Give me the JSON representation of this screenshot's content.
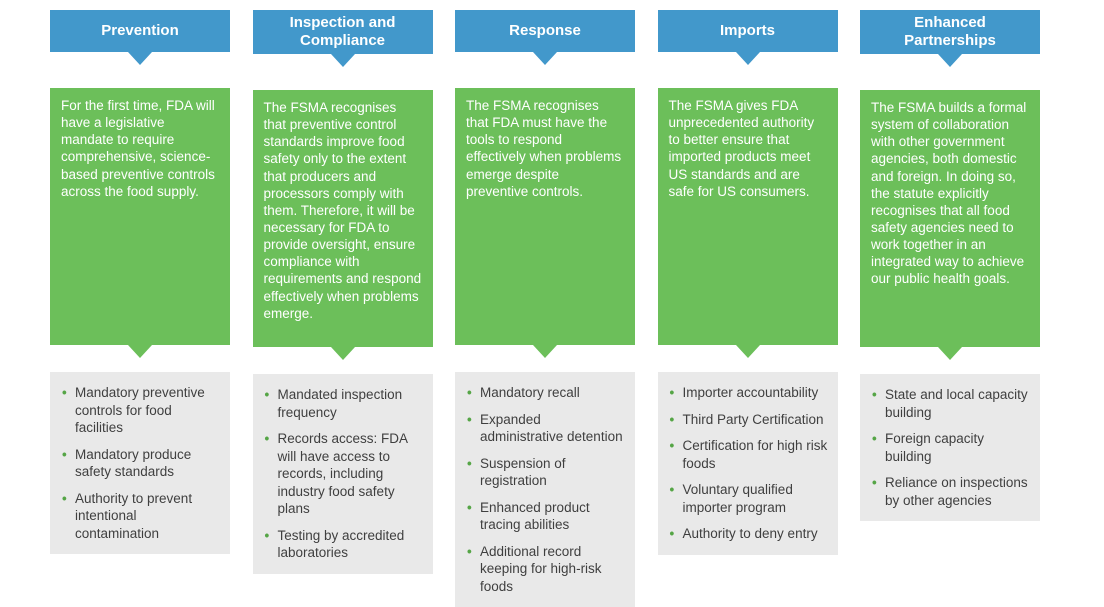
{
  "colors": {
    "header_blue": "#4298cb",
    "body_green": "#6cbf5a",
    "list_gray": "#e9e9e9",
    "bullet_green": "#55a546",
    "text_dark": "#3f3f3f",
    "text_light": "#ffffff"
  },
  "columns": [
    {
      "header": "Prevention",
      "body": "For the first time, FDA will have a legislative mandate to require comprehensive, science-based preventive controls across the food supply.",
      "bullets": [
        "Mandatory preventive controls for food facilities",
        "Mandatory produce safety standards",
        "Authority to prevent intentional contamination"
      ]
    },
    {
      "header": "Inspection and Compliance",
      "body": "The FSMA recognises that preventive control standards improve food safety only to the extent that producers and processors comply with them. Therefore, it will be necessary for FDA to provide oversight, ensure compliance with requirements and respond effectively when problems emerge.",
      "bullets": [
        "Mandated inspection frequency",
        "Records access: FDA will have access to records, including industry food safety plans",
        "Testing by accredited laboratories"
      ]
    },
    {
      "header": "Response",
      "body": "The FSMA recognises that FDA must have the tools to respond effectively when problems emerge despite preventive controls.",
      "bullets": [
        "Mandatory recall",
        "Expanded administrative detention",
        "Suspension of registration",
        "Enhanced product tracing abilities",
        "Additional record keeping for high-risk foods"
      ]
    },
    {
      "header": "Imports",
      "body": "The FSMA gives FDA unprecedented authority to better ensure that imported products meet US standards and are safe for US consumers.",
      "bullets": [
        "Importer accountability",
        "Third Party Certification",
        "Certification for high risk foods",
        "Voluntary qualified importer program",
        "Authority to deny entry"
      ]
    },
    {
      "header": "Enhanced Partnerships",
      "body": "The FSMA builds a formal system of collaboration with other government agencies, both domestic and foreign. In doing so, the statute explicitly recognises that all food safety agencies need to work together in an integrated way to achieve our public health goals.",
      "bullets": [
        "State and local capacity building",
        "Foreign capacity building",
        "Reliance on inspections by other agencies"
      ]
    }
  ]
}
